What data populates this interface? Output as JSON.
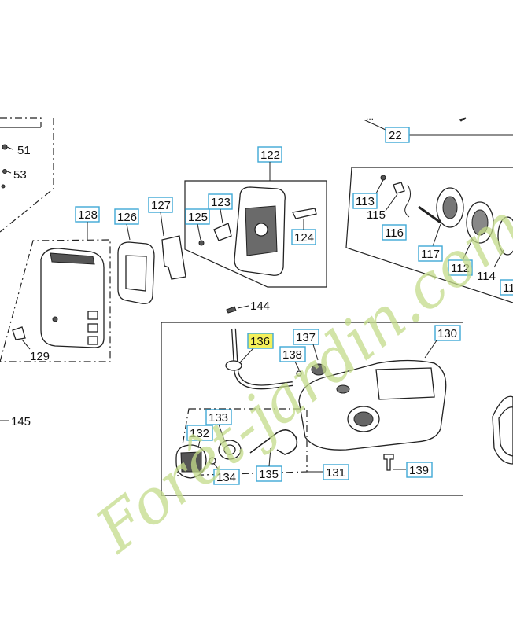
{
  "watermark": "Forêt-jardin.com",
  "highlight_color": "#f4f05a",
  "box_color": "#3fa9d6",
  "callouts": {
    "c22": "22",
    "c51": "51",
    "c53": "53",
    "c122": "122",
    "c123": "123",
    "c124": "124",
    "c125": "125",
    "c126": "126",
    "c127": "127",
    "c128": "128",
    "c129": "129",
    "c113": "113",
    "c115": "115",
    "c116": "116",
    "c117": "117",
    "c112": "112",
    "c114": "114",
    "c11x": "11",
    "c144": "144",
    "c145": "145",
    "c130": "130",
    "c131": "131",
    "c132": "132",
    "c133": "133",
    "c134": "134",
    "c135": "135",
    "c136": "136",
    "c137": "137",
    "c138": "138",
    "c139": "139"
  }
}
